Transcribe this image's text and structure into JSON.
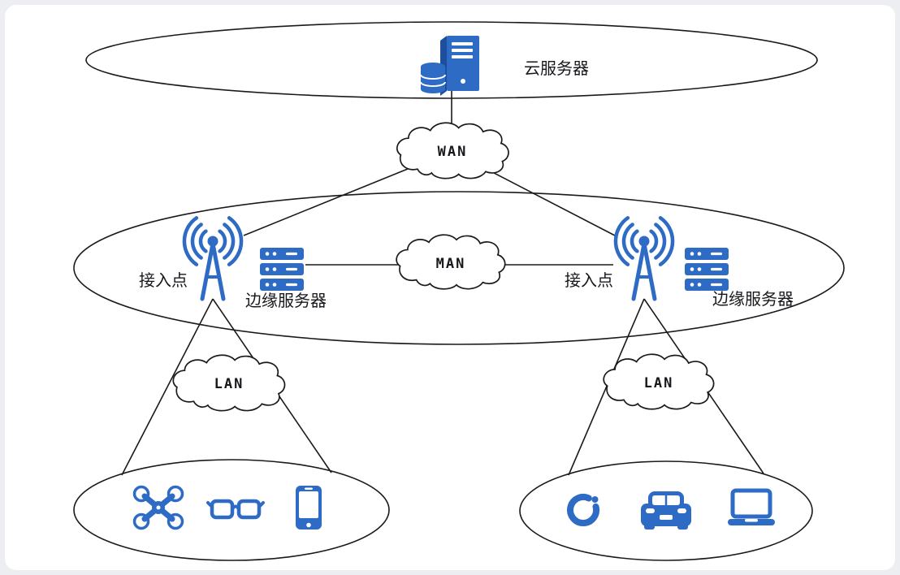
{
  "diagram": {
    "type": "edge-computing-network-architecture",
    "cloud_tier": {
      "server_label": "云服务器"
    },
    "networks": {
      "wan": "WAN",
      "man": "MAN",
      "lan_left": "LAN",
      "lan_right": "LAN"
    },
    "edge_tier": {
      "left": {
        "access_point_label": "接入点",
        "edge_server_label": "边缘服务器"
      },
      "right": {
        "access_point_label": "接入点",
        "edge_server_label": "边缘服务器"
      }
    },
    "device_groups": {
      "left": [
        "drone",
        "ar-glasses",
        "smartphone"
      ],
      "right": [
        "smart-band",
        "car",
        "laptop"
      ]
    },
    "colors": {
      "accent": "#2e6bc4",
      "accent_dark": "#1d4f9c",
      "line": "#1a1a1a",
      "text": "#17171c",
      "background": "#edeef2",
      "canvas": "#ffffff"
    }
  }
}
